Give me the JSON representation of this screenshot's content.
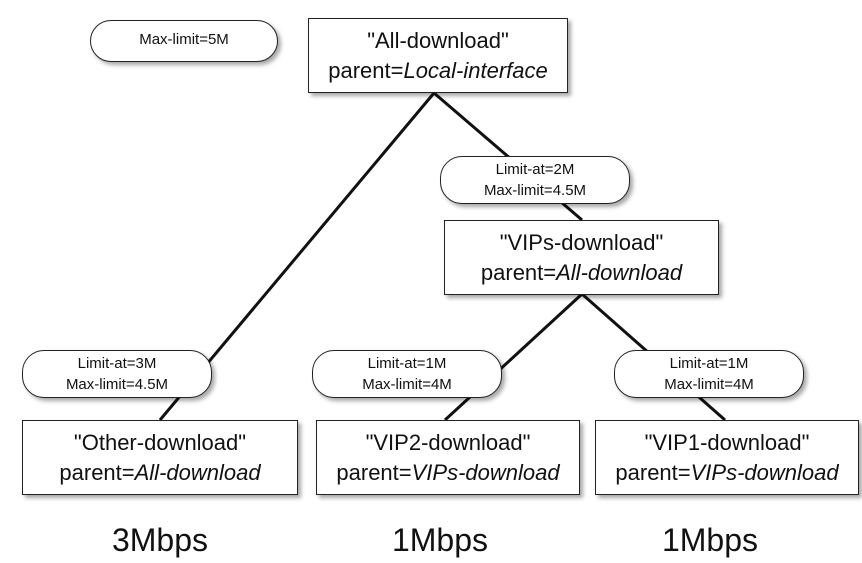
{
  "root_limit": {
    "max_limit": "Max-limit=5M"
  },
  "nodes": {
    "all": {
      "name": "\"All-download\"",
      "parent_prefix": "parent=",
      "parent": "Local-interface"
    },
    "vips": {
      "name": "\"VIPs-download\"",
      "parent_prefix": "parent=",
      "parent": "All-download",
      "limit_at": "Limit-at=2M",
      "max_limit": "Max-limit=4.5M"
    },
    "other": {
      "name": "\"Other-download\"",
      "parent_prefix": "parent=",
      "parent": "All-download",
      "limit_at": "Limit-at=3M",
      "max_limit": "Max-limit=4.5M",
      "rate": "3Mbps"
    },
    "vip2": {
      "name": "\"VIP2-download\"",
      "parent_prefix": "parent=",
      "parent": "VIPs-download",
      "limit_at": "Limit-at=1M",
      "max_limit": "Max-limit=4M",
      "rate": "1Mbps"
    },
    "vip1": {
      "name": "\"VIP1-download\"",
      "parent_prefix": "parent=",
      "parent": "VIPs-download",
      "limit_at": "Limit-at=1M",
      "max_limit": "Max-limit=4M",
      "rate": "1Mbps"
    }
  },
  "edges": [
    {
      "from": "all",
      "to": "vips"
    },
    {
      "from": "all",
      "to": "other"
    },
    {
      "from": "vips",
      "to": "vip2"
    },
    {
      "from": "vips",
      "to": "vip1"
    }
  ]
}
